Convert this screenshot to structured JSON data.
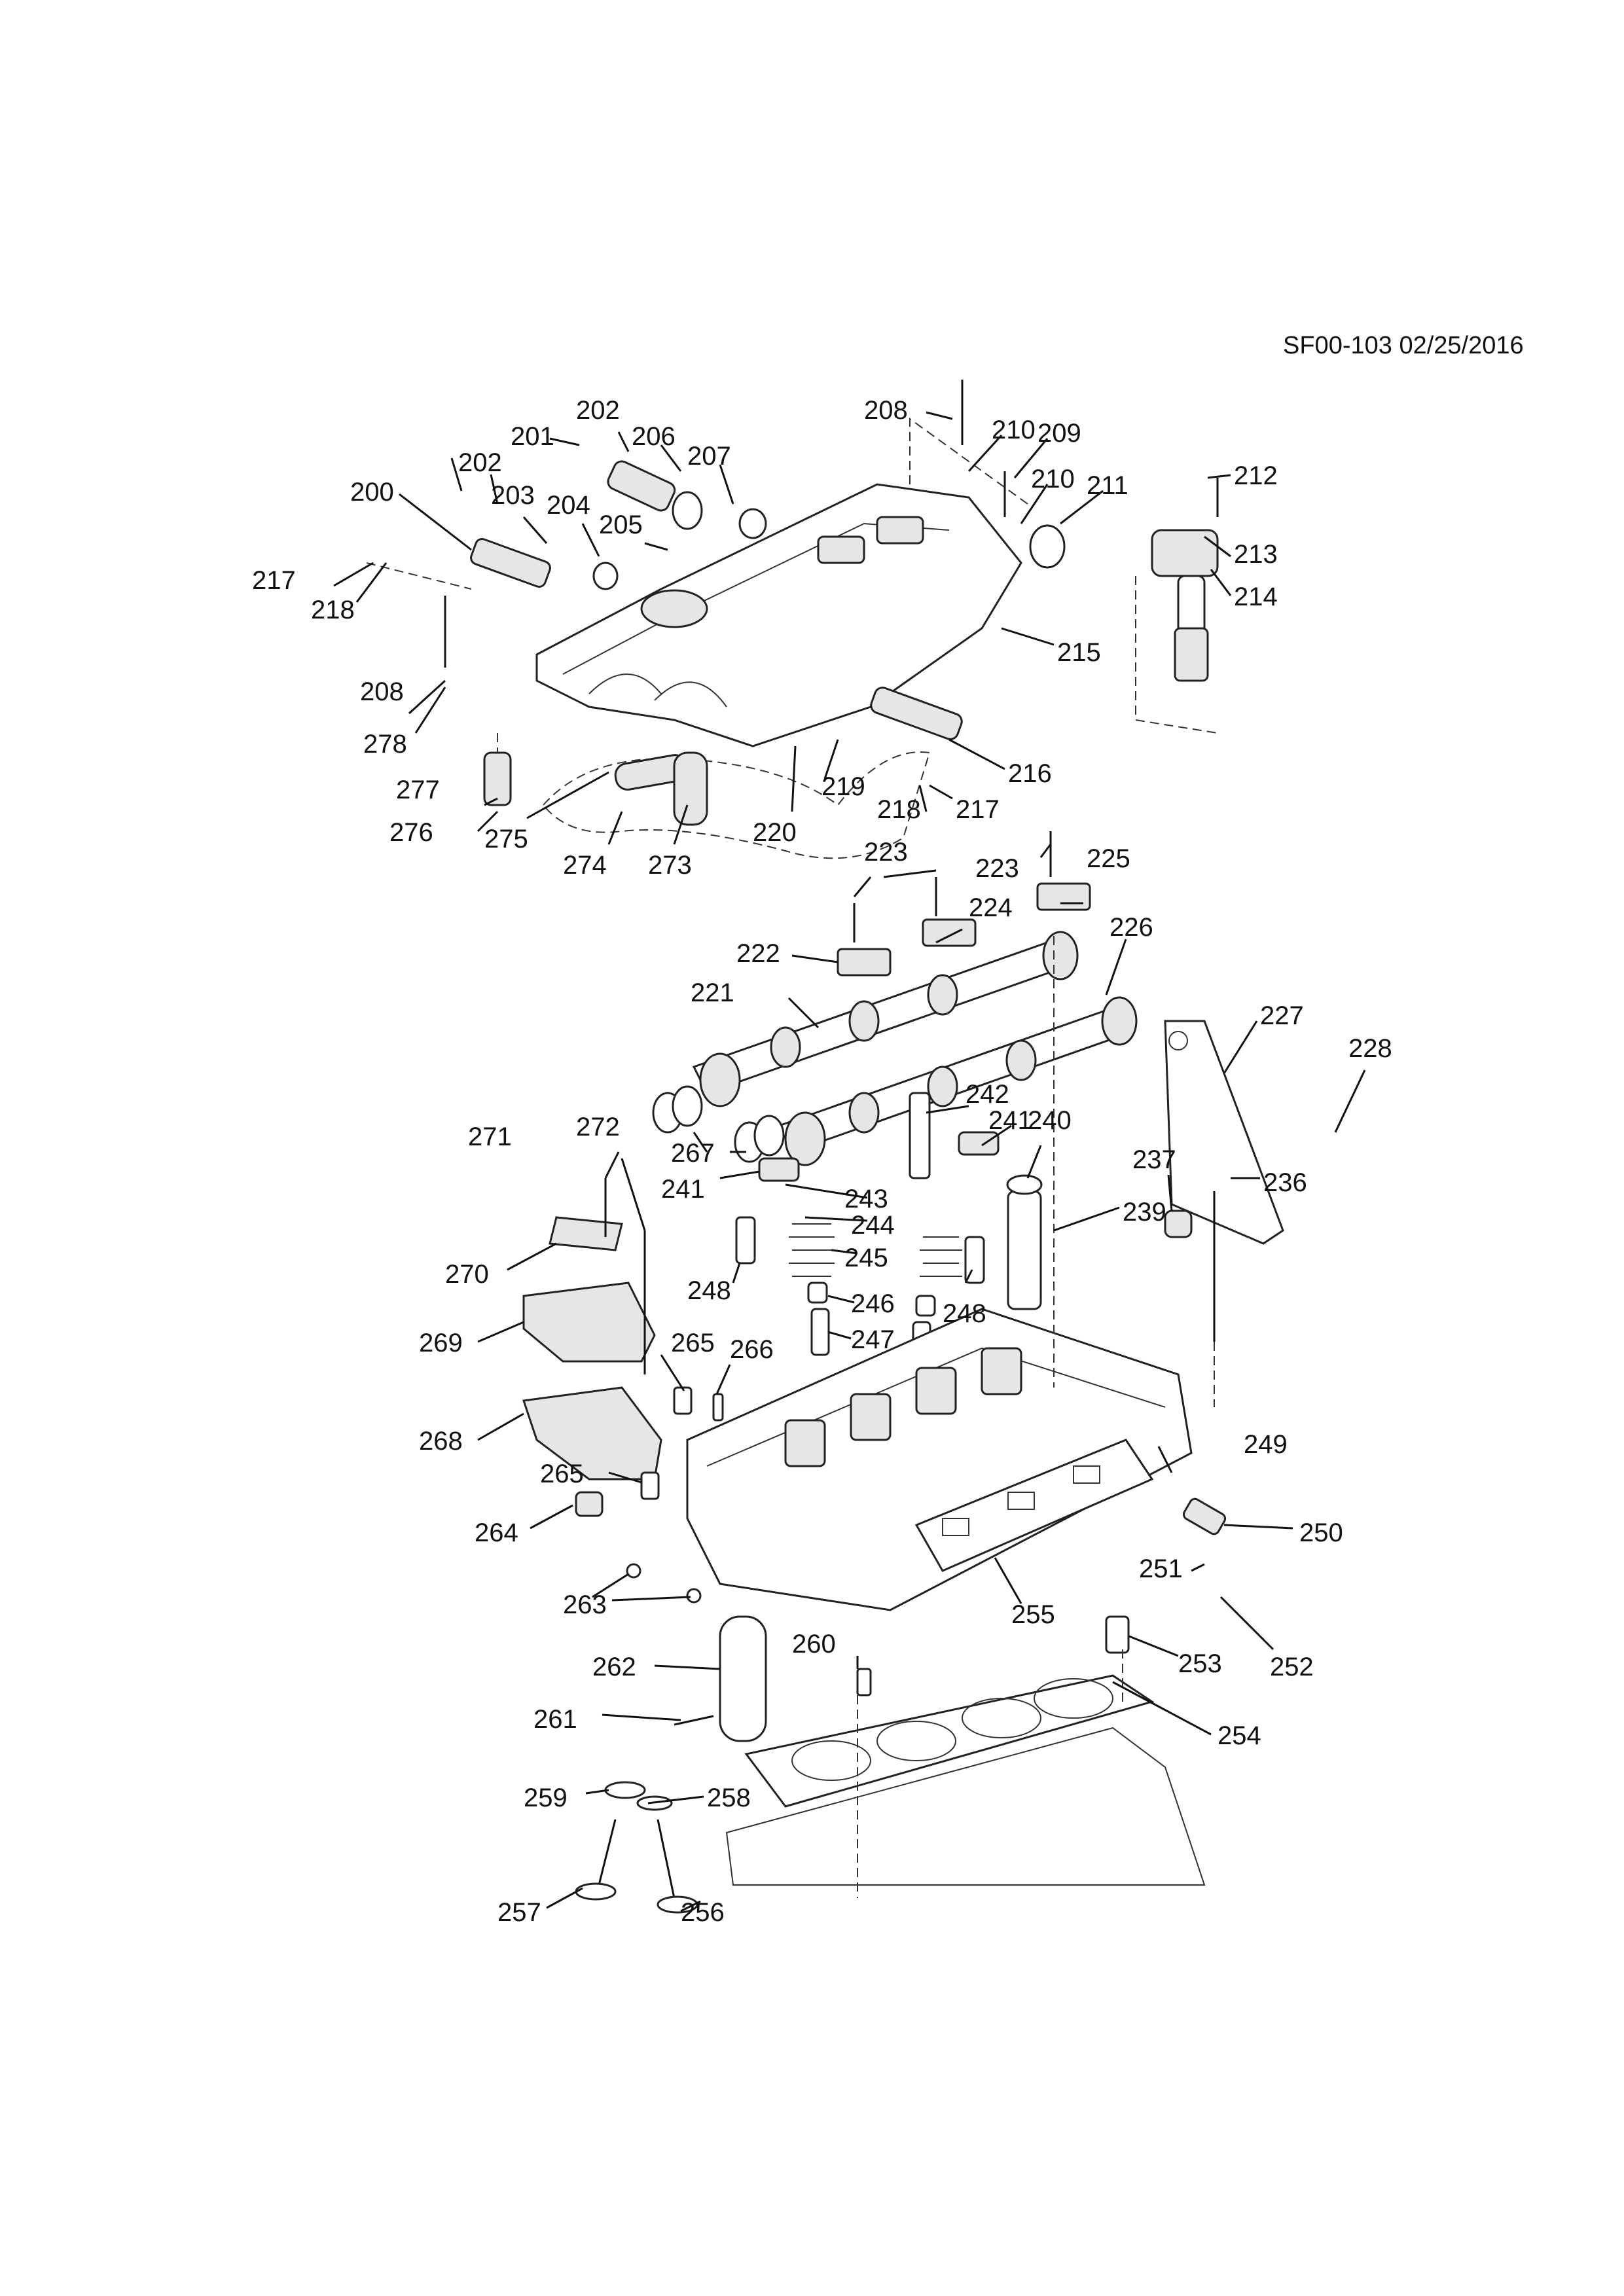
{
  "diagram": {
    "reference": "SF00-103 02/25/2016",
    "callouts": [
      "200",
      "201",
      "202",
      "202",
      "203",
      "204",
      "205",
      "206",
      "207",
      "208",
      "208",
      "209",
      "210",
      "210",
      "211",
      "212",
      "213",
      "214",
      "215",
      "216",
      "217",
      "217",
      "218",
      "218",
      "219",
      "220",
      "221",
      "222",
      "223",
      "223",
      "224",
      "225",
      "226",
      "227",
      "228",
      "236",
      "237",
      "239",
      "240",
      "241",
      "241",
      "242",
      "243",
      "244",
      "245",
      "246",
      "247",
      "248",
      "248",
      "249",
      "250",
      "251",
      "252",
      "253",
      "254",
      "255",
      "256",
      "257",
      "258",
      "259",
      "260",
      "261",
      "262",
      "263",
      "264",
      "265",
      "265",
      "266",
      "267",
      "268",
      "269",
      "270",
      "271",
      "272",
      "273",
      "274",
      "275",
      "276",
      "277",
      "278"
    ]
  }
}
